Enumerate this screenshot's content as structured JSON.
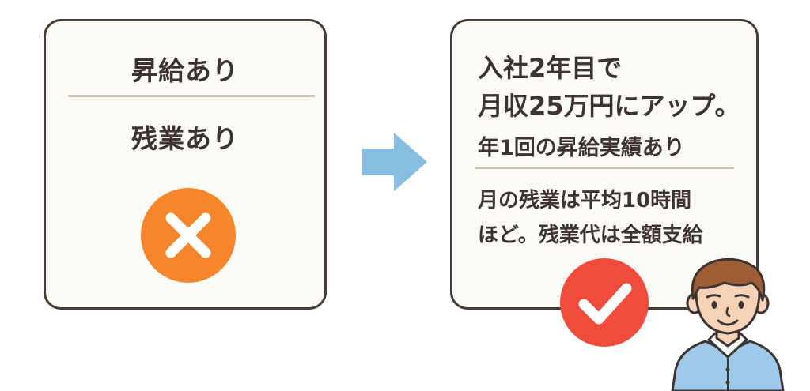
{
  "left_panel": {
    "line_1": "昇給あり",
    "line_2": "残業あり",
    "badge_icon": "cross-icon",
    "badge_color": "#f5862b"
  },
  "right_panel": {
    "headline_1": "入社2年目で",
    "headline_2": "月収25万円にアップ。",
    "subline": "年1回の昇給実績あり",
    "body_1": "月の残業は平均10時間",
    "body_2": "ほど。残業代は全額支給",
    "badge_icon": "check-icon",
    "badge_color": "#ef4c3e"
  },
  "arrow": {
    "icon": "arrow-right-icon",
    "color": "#86bde1"
  },
  "illustration": {
    "icon": "person-illustration"
  },
  "colors": {
    "card_border": "#463b35",
    "card_fill": "#fcfaf4",
    "text": "#3d3431"
  }
}
